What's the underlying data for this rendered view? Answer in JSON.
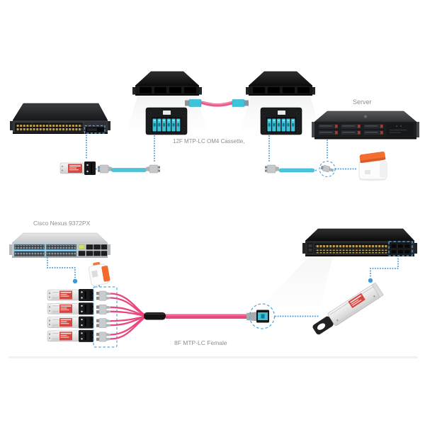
{
  "labels": {
    "cassette": "12F MTP-LC OM4 Cassette,",
    "server": "Server",
    "switch_bottom_left": "Cisco Nexus 9372PX",
    "harness": "8F MTP-LC Female"
  },
  "colors": {
    "aqua_cable": "#4EC4DA",
    "magenta_cable": "#E8487C",
    "dotted_connection_blue": "#4A9AD8",
    "dashed_highlight_blue": "#5AA7DD",
    "transceiver_label_red": "#D8463F",
    "cleaner_orange": "#F26A2E",
    "caption_text_grey": "#8E8E8E"
  },
  "icons": {
    "top_left": "48-port-fiber-switch-icon",
    "top_center_left": "1u-rack-enclosure-icon",
    "top_center_right": "1u-rack-enclosure-icon",
    "cassette_left": "mtp-lc-cassette-icon",
    "cassette_right": "mtp-lc-cassette-icon",
    "trunk": "mtp-om4-trunk-cable-icon",
    "patch_left": "lc-duplex-patch-cable-icon",
    "patch_right": "lc-duplex-patch-cable-icon",
    "sfp_top": "sfp-transceiver-icon",
    "server": "1u-rack-server-icon",
    "cleaner_top": "fiber-cleaner-box-icon",
    "nexus_switch": "cisco-nexus-9372px-switch-icon",
    "cleaner_bottom": "fiber-cleaner-box-icon",
    "sfp_stack": "sfp-transceiver-stack-icon",
    "breakout": "8f-mtp-lc-breakout-cable-icon",
    "qsfp": "qsfp-transceiver-icon",
    "switch_bottom_right": "48-port-sfp-switch-icon"
  }
}
